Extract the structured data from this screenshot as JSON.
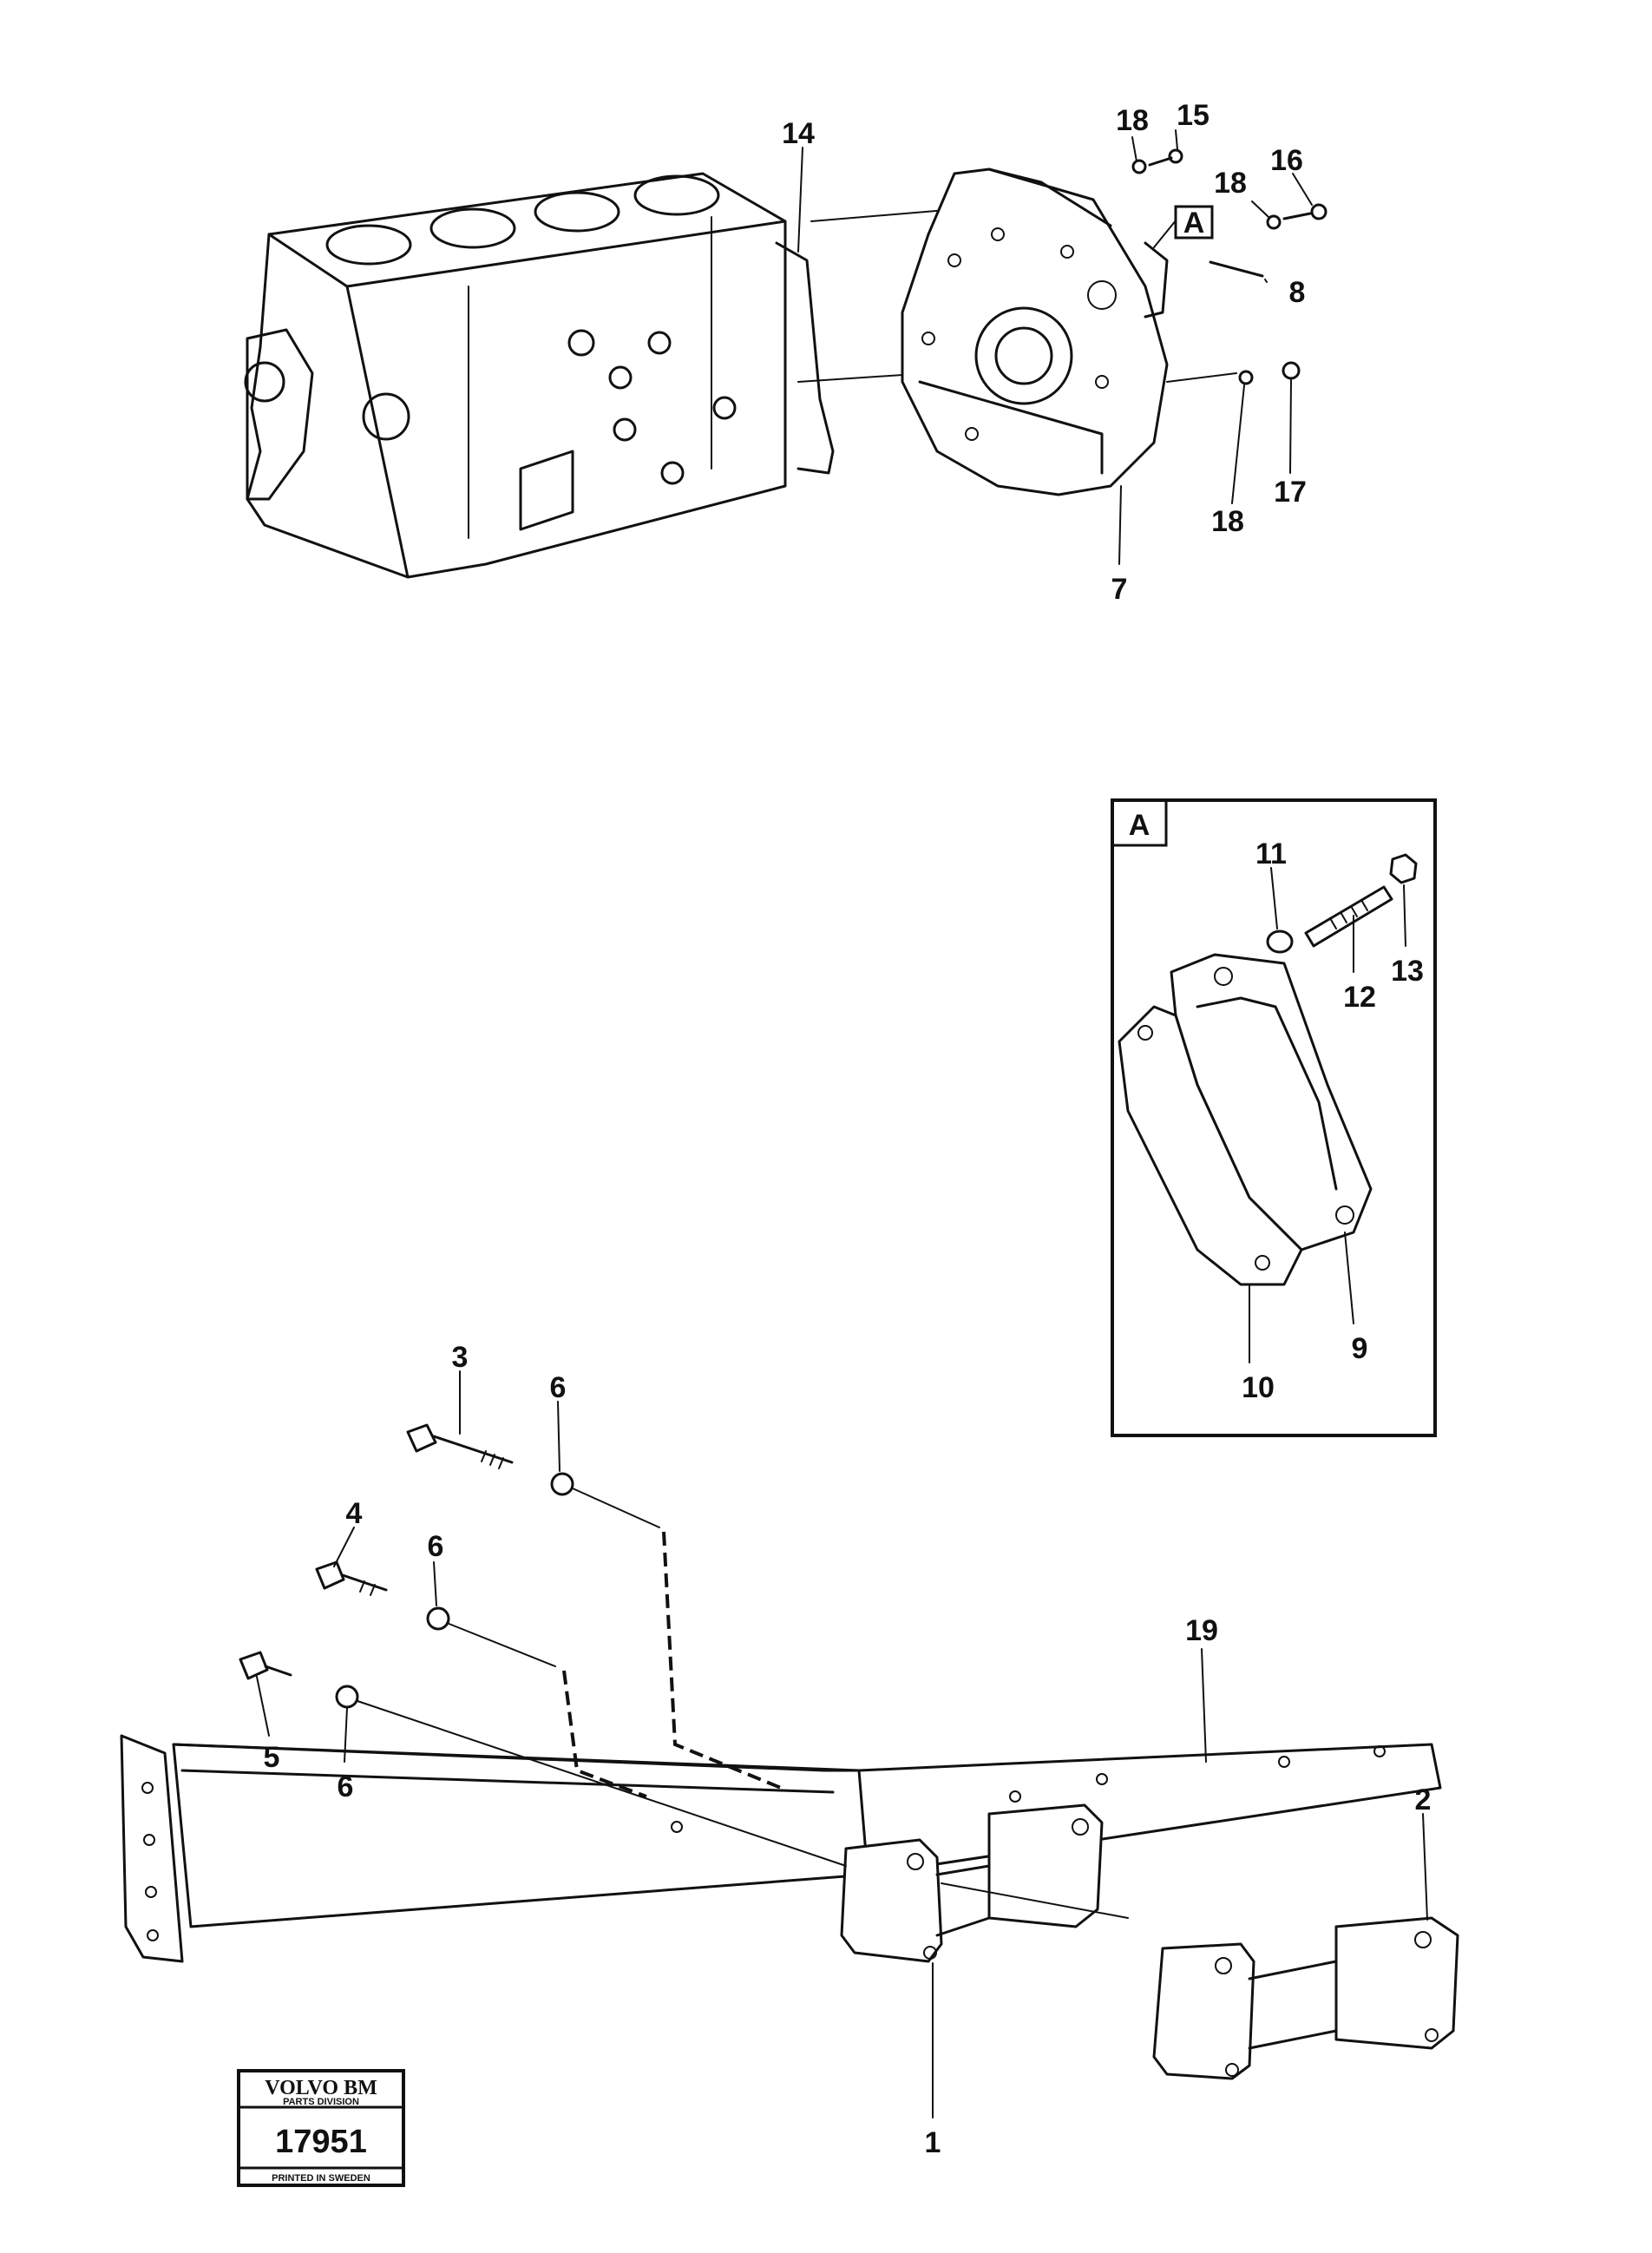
{
  "callouts": {
    "c14": "14",
    "c18a": "18",
    "c15": "15",
    "c18b": "18",
    "c16": "16",
    "c8": "8",
    "c17": "17",
    "c18c": "18",
    "c7": "7",
    "detail_flag": "A",
    "inset_label": "A",
    "c11": "11",
    "c12": "12",
    "c13": "13",
    "c9": "9",
    "c10": "10",
    "c3": "3",
    "c6a": "6",
    "c4": "4",
    "c6b": "6",
    "c5": "5",
    "c6c": "6",
    "c19": "19",
    "c2": "2",
    "c1": "1"
  },
  "stamp": {
    "brand": "VOLVO BM",
    "division": "PARTS DIVISION",
    "number": "17951",
    "printed": "PRINTED IN SWEDEN"
  }
}
